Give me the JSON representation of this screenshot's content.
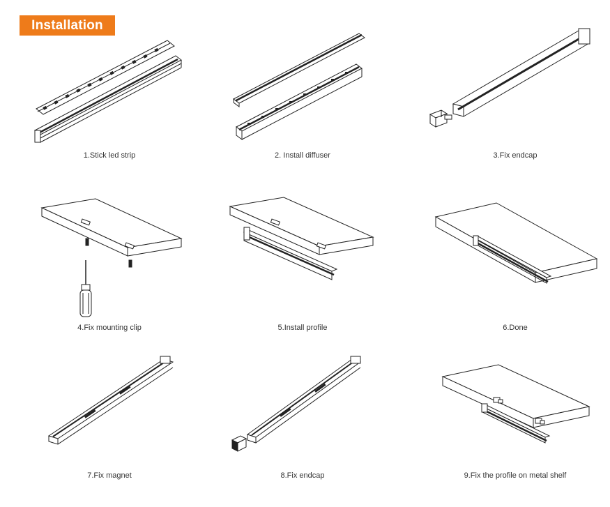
{
  "header": {
    "title": "Installation"
  },
  "colors": {
    "accent": "#ee7b1a",
    "line": "#222222",
    "caption": "#333333"
  },
  "steps": [
    {
      "caption": "1.Stick led strip"
    },
    {
      "caption": "2. Install diffuser"
    },
    {
      "caption": "3.Fix endcap"
    },
    {
      "caption": "4.Fix mounting clip"
    },
    {
      "caption": "5.Install profile"
    },
    {
      "caption": "6.Done"
    },
    {
      "caption": "7.Fix magnet"
    },
    {
      "caption": "8.Fix endcap"
    },
    {
      "caption": "9.Fix the profile on metal shelf"
    }
  ]
}
